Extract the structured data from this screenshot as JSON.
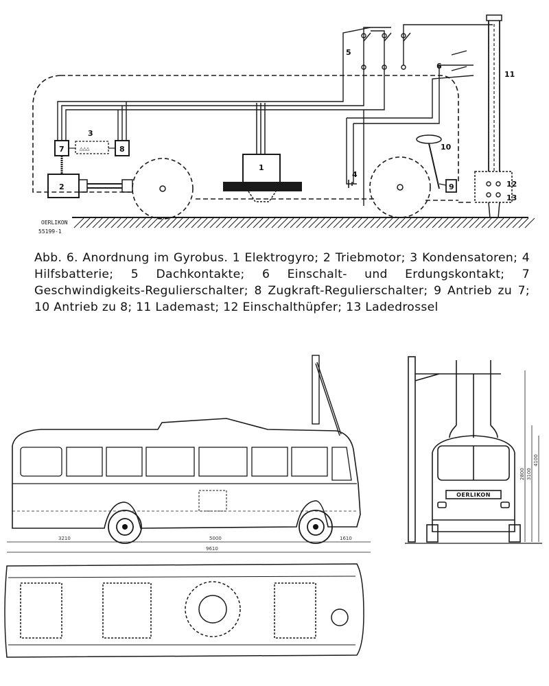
{
  "schematic": {
    "stamp_line1": "OERLIKON",
    "stamp_line2": "55199-1",
    "callouts": [
      "1",
      "2",
      "3",
      "4",
      "5",
      "6",
      "7",
      "8",
      "9",
      "10",
      "11",
      "12",
      "13"
    ]
  },
  "caption": "Abb. 6. Anordnung im Gyrobus. 1 Elektrogyro; 2 Triebmotor; 3 Kondensatoren; 4 Hilfsbatterie; 5 Dachkontakte; 6 Einschalt- und Erdungskontakt; 7 Geschwindigkeits-Regulierschalter; 8 Zugkraft-Regulierschalter; 9 Antrieb zu 7; 10 Antrieb zu 8; 11 Lademast; 12 Einschalthüpfer; 13 Ladedrossel",
  "side_view": {
    "dims": [
      "3210",
      "5000",
      "1610",
      "9610"
    ]
  },
  "front_view": {
    "brand": "OERLIKON",
    "dims": [
      "4100",
      "3100",
      "2800"
    ]
  }
}
